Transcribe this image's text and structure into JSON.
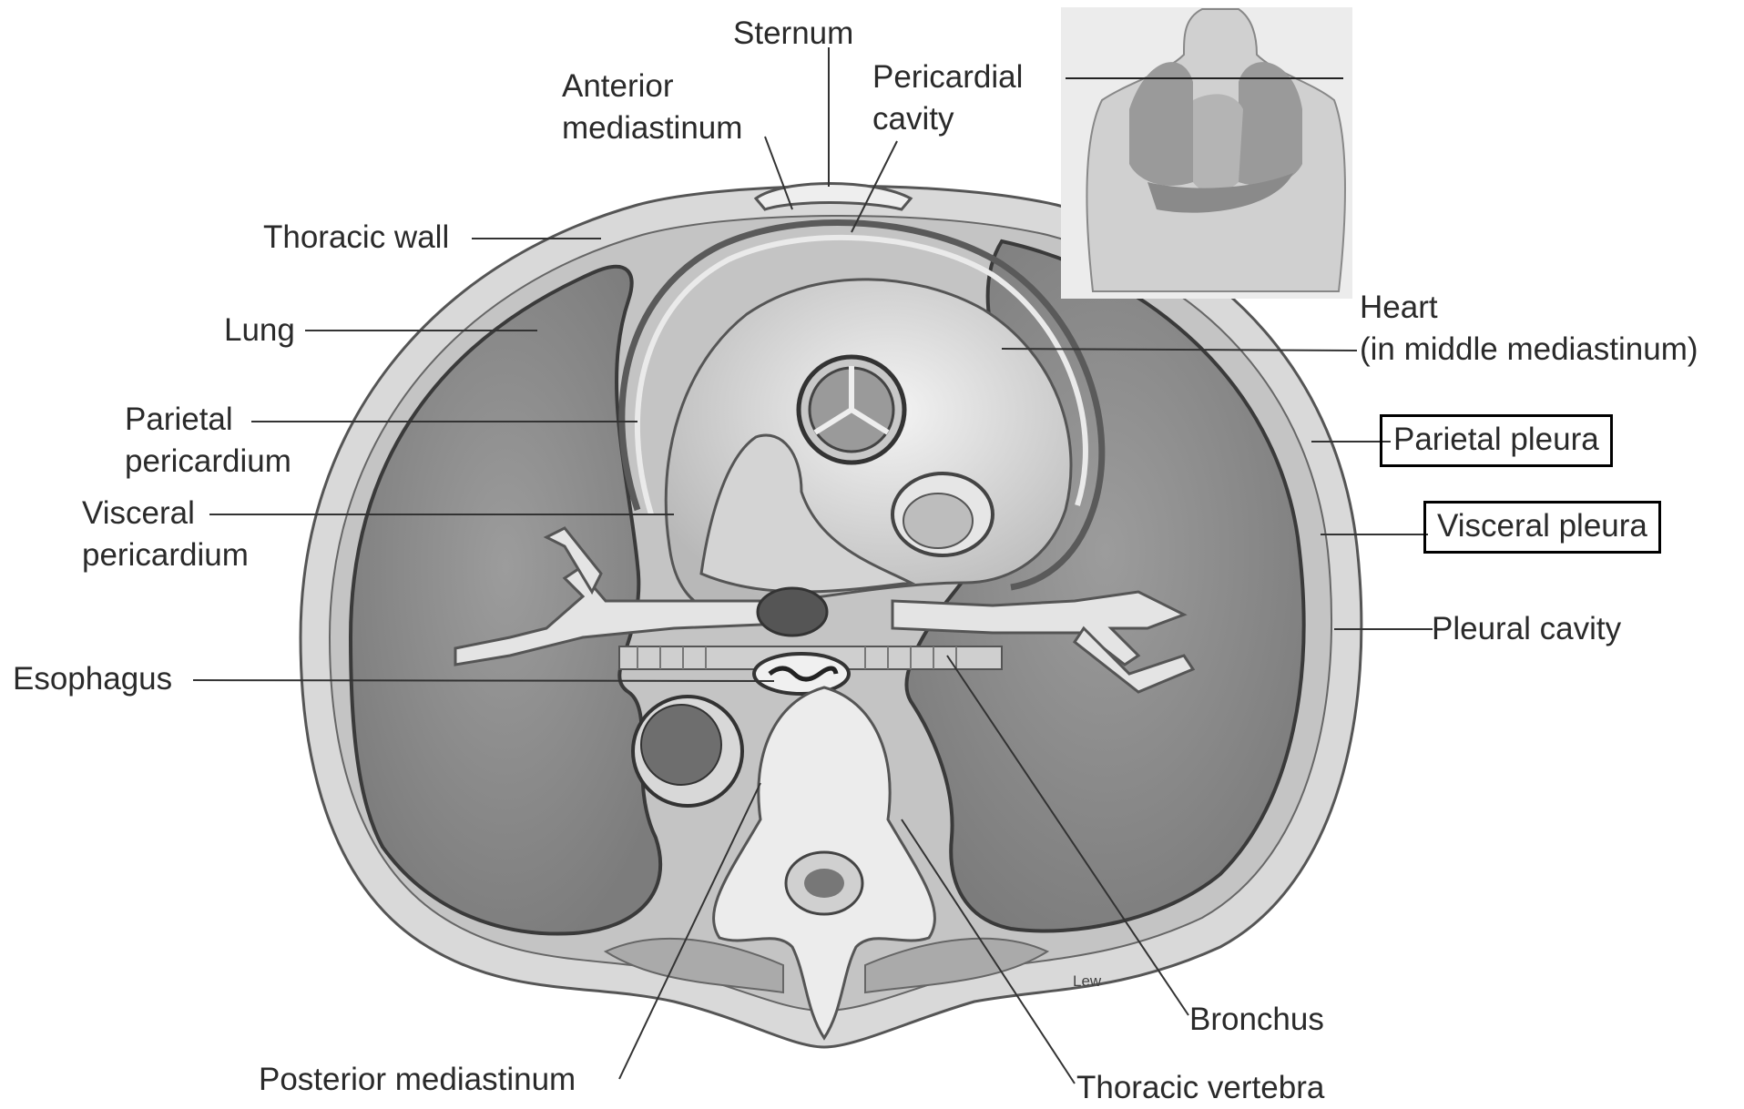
{
  "labels": {
    "sternum": "Sternum",
    "anterior_mediastinum": [
      "Anterior",
      "mediastinum"
    ],
    "pericardial_cavity": [
      "Pericardial",
      "cavity"
    ],
    "thoracic_wall": "Thoracic wall",
    "lung": "Lung",
    "parietal_pericardium": [
      "Parietal",
      "pericardium"
    ],
    "visceral_pericardium": [
      "Visceral",
      "pericardium"
    ],
    "esophagus": "Esophagus",
    "heart": [
      "Heart",
      "(in middle mediastinum)"
    ],
    "parietal_pleura": "Parietal pleura",
    "visceral_pleura": "Visceral pleura",
    "pleural_cavity": "Pleural cavity",
    "bronchus": "Bronchus",
    "posterior_mediastinum": "Posterior mediastinum",
    "thoracic_vertebra": "Thoracic vertebra"
  },
  "signature": "Lew",
  "colors": {
    "lung_fill": "#8f8f8f",
    "tissue_fill": "#d6d6d6",
    "outline": "#4a4a4a",
    "leader": "#333333"
  }
}
